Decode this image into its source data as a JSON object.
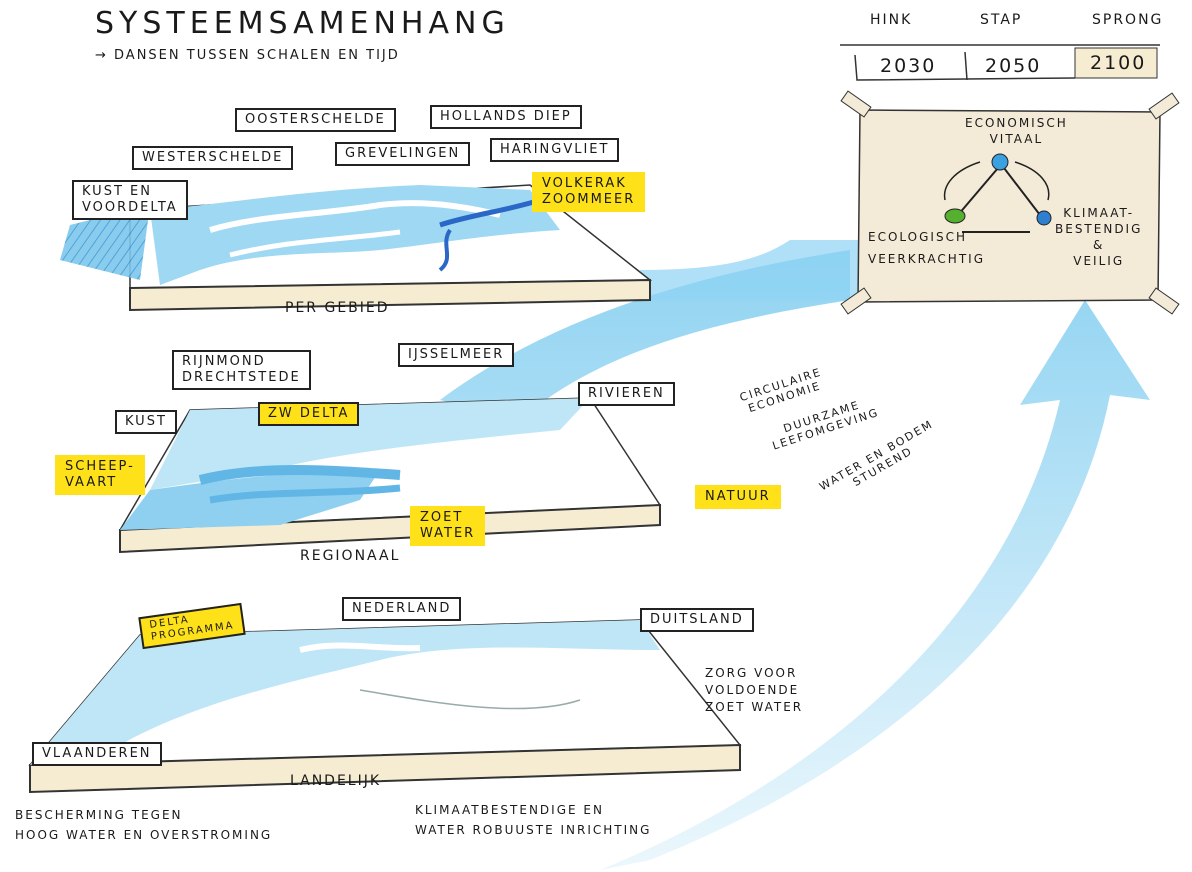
{
  "header": {
    "title": "SYSTEEMSAMENHANG",
    "subtitle": "→ DANSEN TUSSEN SCHALEN EN TIJD"
  },
  "timeline": {
    "labels": [
      "HINK",
      "STAP",
      "SPRONG"
    ],
    "years": [
      "2030",
      "2050",
      "2100"
    ],
    "highlight_color": "#f6ecd2"
  },
  "goals_card": {
    "top": "ECONOMISCH\nVITAAL",
    "left": "ECOLOGISCH\nVEERKRACHTIG",
    "right": "KLIMAAT-\nBESTENDIG\n&\nVEILIG",
    "colors": {
      "card": "#f4ead8",
      "economic": "#3aa0e0",
      "ecological": "#55b030",
      "climate": "#2f7fd0"
    }
  },
  "level_area": {
    "base_label": "PER GEBIED",
    "labels": {
      "oosterschelde": "OOSTERSCHELDE",
      "hollands_diep": "HOLLANDS DIEP",
      "westerschelde": "WESTERSCHELDE",
      "grevelingen": "GREVELINGEN",
      "haringvliet": "HARINGVLIET",
      "kust_voordelta": "KUST EN\nVOORDELTA",
      "volkerak": "VOLKERAK\nZOOMMEER"
    }
  },
  "level_regional": {
    "base_label": "REGIONAAL",
    "labels": {
      "rijnmond": "RIJNMOND\nDRECHTSTEDE",
      "ijsselmeer": "IJSSELMEER",
      "kust": "KUST",
      "zw_delta": "ZW DELTA",
      "rivieren": "RIVIEREN",
      "scheepvaart": "SCHEEP-\nVAART",
      "zoet_water": "ZOET\nWATER",
      "natuur": "NATUUR"
    },
    "themes": [
      "CIRCULAIRE\nECONOMIE",
      "DUURZAME\nLEEFOMGEVING",
      "WATER EN BODEM\nSTUREND"
    ]
  },
  "level_national": {
    "base_label": "LANDELIJK",
    "labels": {
      "nederland": "NEDERLAND",
      "duitsland": "DUITSLAND",
      "vlaanderen": "VLAANDEREN",
      "deltaprogramma": "DELTA\nPROGRAMMA"
    },
    "freshwater_note": "ZORG VOOR\nVOLDOENDE\nZOET WATER"
  },
  "footer": {
    "left": "BESCHERMING TEGEN\nHOOG WATER EN OVERSTROMING",
    "center": "KLIMAATBESTENDIGE EN\nWATER ROBUUSTE INRICHTING"
  },
  "colors": {
    "water": "#bfe6f7",
    "water_dark": "#62b6e6",
    "river": "#2a67c7",
    "base": "#f6ecd2",
    "highlight": "#ffe11a"
  }
}
